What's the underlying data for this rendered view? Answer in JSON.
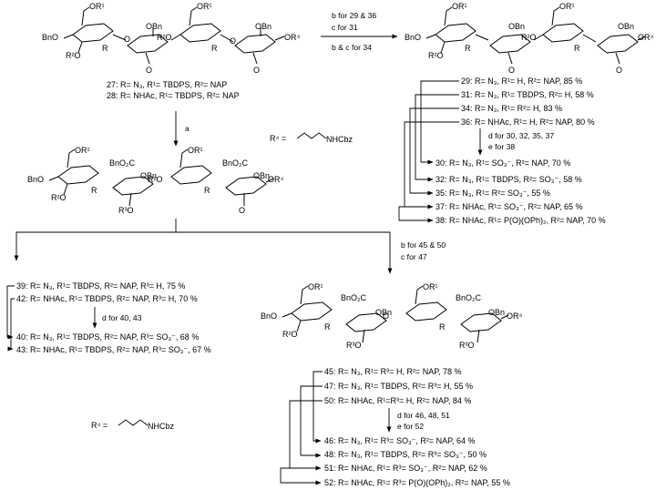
{
  "compounds_27_28": [
    "27: R= N₃, R¹= TBDPS, R²= NAP",
    "28: R= NHAc, R¹= TBDPS, R²= NAP"
  ],
  "conditions": {
    "to_29_38": [
      "b for 29 & 36",
      "c for 31",
      "b & c for 34"
    ],
    "to_39": "a",
    "to_30_38": [
      "d for 30, 32, 35, 37",
      "e for 38"
    ],
    "to_40_43": "d for 40, 43",
    "to_45_52": [
      "b for 45 & 50",
      "c for 47"
    ],
    "to_46_52": [
      "d for 46, 48, 51",
      "e for 52"
    ]
  },
  "r4_definition": {
    "prefix": "R⁴ =",
    "suffix": "NHCbz"
  },
  "list_29_36": [
    "29: R= N₃, R¹= H, R²= NAP, 85 %",
    "31: R= N₃, R¹= TBDPS, R²= H, 58 %",
    "34: R= N₃, R¹= R²= H, 83 %",
    "36: R= NHAc, R¹= H, R²= NAP, 80 %"
  ],
  "list_30_38": [
    "30: R= N₃, R¹= SO₃⁻, R²= NAP, 70 %",
    "32: R= N₃, R¹= TBDPS, R²= SO₃⁻, 58 %",
    "35: R= N₃, R¹= R²= SO₃⁻, 55 %",
    "37: R= NHAc, R¹= SO₃⁻, R²= NAP, 65 %",
    "38: R= NHAc, R¹= P(O)(OPh)₂, R²= NAP, 70 %"
  ],
  "list_39_42": [
    "39: R= N₃, R¹= TBDPS, R²= NAP, R³= H, 75 %",
    "42: R= NHAc, R¹= TBDPS, R²= NAP, R³= H, 70 %"
  ],
  "list_40_43": [
    "40: R= N₃, R¹= TBDPS, R²= NAP, R³= SO₃⁻, 68 %",
    "43: R= NHAc, R¹= TBDPS, R²= NAP, R³= SO₃⁻, 67 %"
  ],
  "list_45_50": [
    "45: R= N₃, R¹= R³= H, R²= NAP, 78 %",
    "47: R= N₃, R¹= TBDPS, R²= R³= H, 55 %",
    "50: R= NHAc, R¹=R³= H, R²= NAP, 84 %"
  ],
  "list_46_52": [
    "46: R= N₃, R¹= R³= SO₃⁻, R²= NAP, 64 %",
    "48: R= N₃, R¹= TBDPS, R²= R³= SO₃⁻, 50 %",
    "51: R= NHAc, R¹= R³= SO₃⁻, R²= NAP, 62 %",
    "52: R= NHAc, R¹= R³= P(O)(OPh)₂, R²= NAP, 55 %"
  ],
  "atom_labels": {
    "OR1": "OR¹",
    "OBn": "OBn",
    "BnO": "BnO",
    "R2O": "R²O",
    "R3O": "R³O",
    "R": "R",
    "O": "O",
    "OR4": "OR⁴",
    "BnO2C": "BnO₂C"
  }
}
